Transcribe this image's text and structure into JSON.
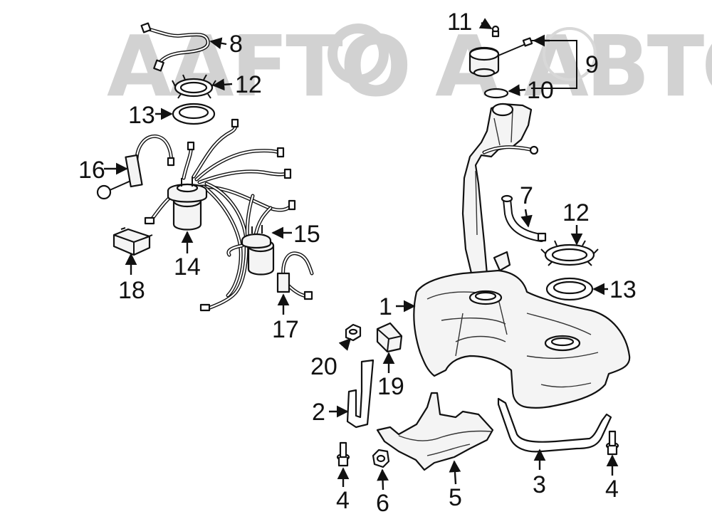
{
  "watermark": "AAFTO A ABTO",
  "callouts": {
    "c1": "1",
    "c2": "2",
    "c3": "3",
    "c4a": "4",
    "c4b": "4",
    "c5": "5",
    "c6": "6",
    "c7": "7",
    "c8": "8",
    "c9": "9",
    "c10": "10",
    "c11": "11",
    "c12a": "12",
    "c12b": "12",
    "c13a": "13",
    "c13b": "13",
    "c14": "14",
    "c15": "15",
    "c16": "16",
    "c17": "17",
    "c18": "18",
    "c19": "19",
    "c20": "20"
  }
}
